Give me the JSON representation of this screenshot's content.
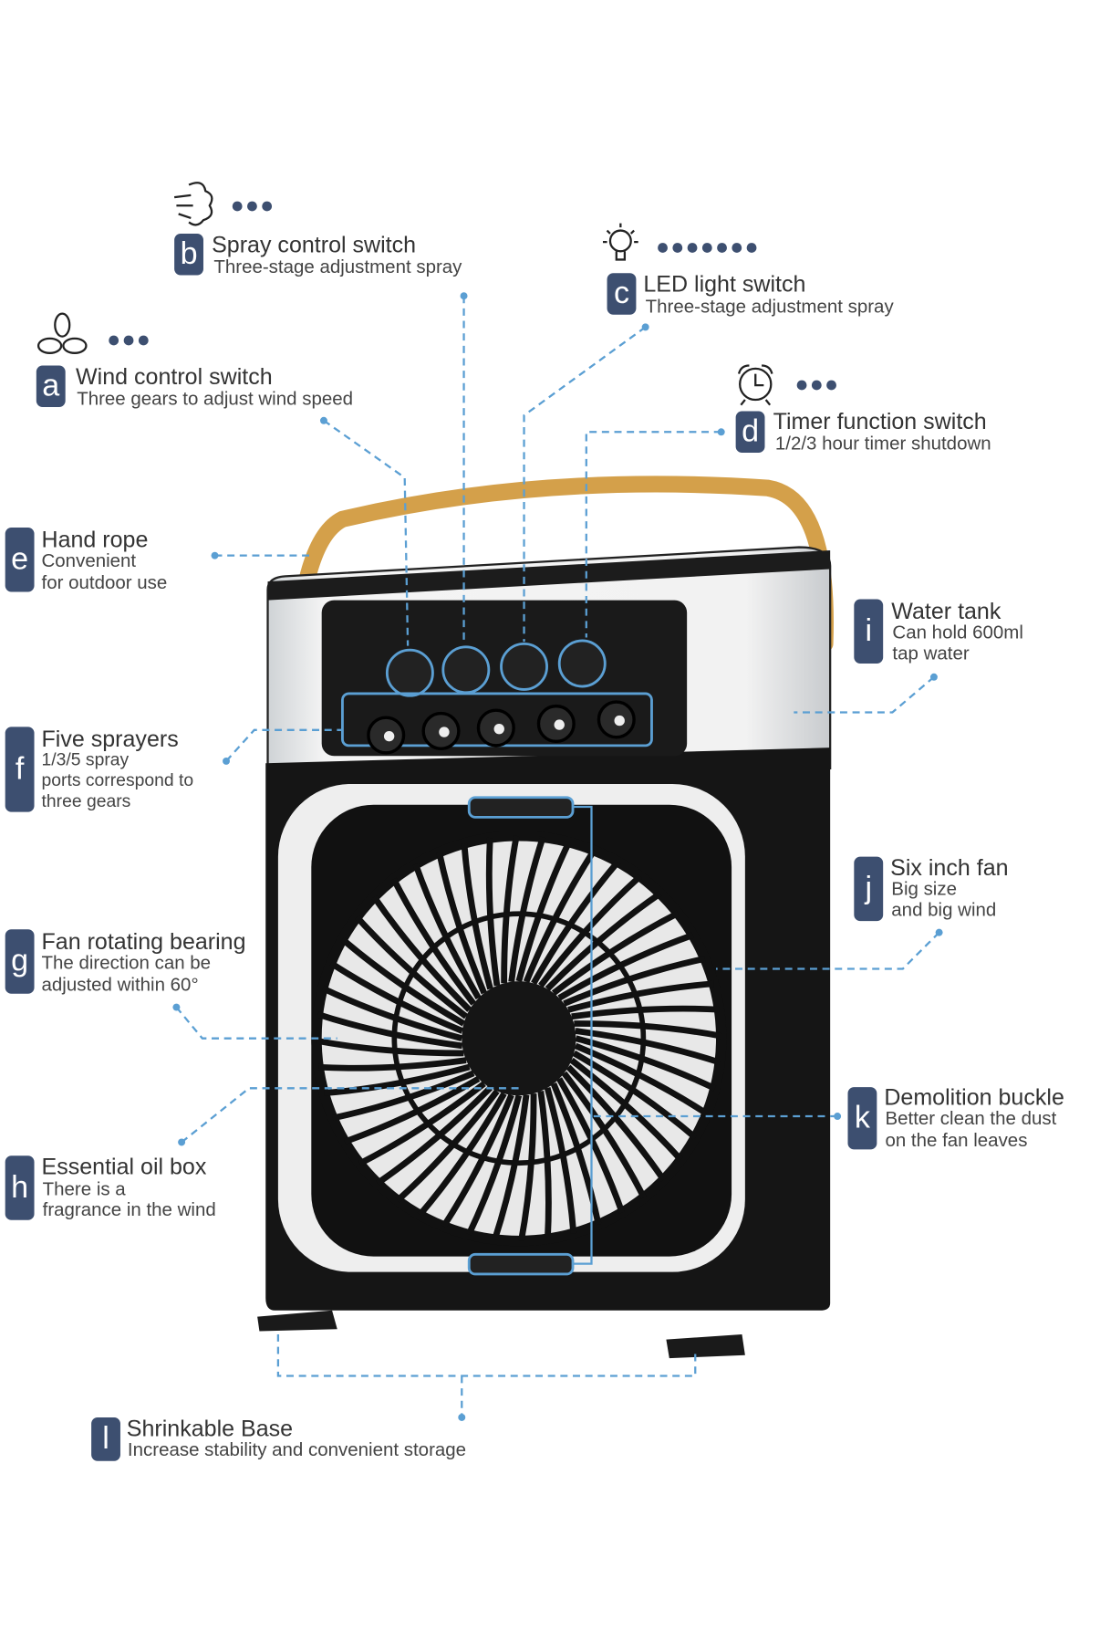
{
  "features": {
    "a": {
      "letter": "a",
      "title": "Wind control switch",
      "lines": [
        "Three gears to adjust wind speed"
      ],
      "icon": "fan-icon",
      "dots": 3
    },
    "b": {
      "letter": "b",
      "title": "Spray control switch",
      "lines": [
        "Three-stage adjustment spray"
      ],
      "icon": "spray-icon",
      "dots": 3
    },
    "c": {
      "letter": "c",
      "title": "LED light switch",
      "lines": [
        "Three-stage adjustment spray"
      ],
      "icon": "bulb-icon",
      "dots": 7
    },
    "d": {
      "letter": "d",
      "title": "Timer function switch",
      "lines": [
        "1/2/3 hour timer shutdown"
      ],
      "icon": "alarm-clock-icon",
      "dots": 3
    },
    "e": {
      "letter": "e",
      "title": "Hand rope",
      "lines": [
        "Convenient",
        "for outdoor use"
      ]
    },
    "f": {
      "letter": "f",
      "title": "Five sprayers",
      "lines": [
        "1/3/5 spray",
        "ports correspond to",
        "three gears"
      ]
    },
    "g": {
      "letter": "g",
      "title": "Fan rotating bearing",
      "lines": [
        "The direction can be",
        "adjusted within 60°"
      ]
    },
    "h": {
      "letter": "h",
      "title": "Essential oil box",
      "lines": [
        "There is a",
        "fragrance in the wind"
      ]
    },
    "i": {
      "letter": "i",
      "title": "Water tank",
      "lines": [
        "Can hold 600ml",
        "tap water"
      ]
    },
    "j": {
      "letter": "j",
      "title": "Six inch fan",
      "lines": [
        "Big size",
        "and big wind"
      ]
    },
    "k": {
      "letter": "k",
      "title": "Demolition buckle",
      "lines": [
        "Better clean the dust",
        "on the fan leaves"
      ]
    },
    "l": {
      "letter": "l",
      "title": "Shrinkable Base",
      "lines": [
        "Increase stability and convenient storage"
      ]
    }
  },
  "dots": {
    "three": "●●●",
    "seven": "●●●●●●●"
  },
  "colors": {
    "badge": "#3d4f70",
    "leader": "#5b9fd3",
    "handle": "#d4a04a",
    "body": "#151515"
  }
}
